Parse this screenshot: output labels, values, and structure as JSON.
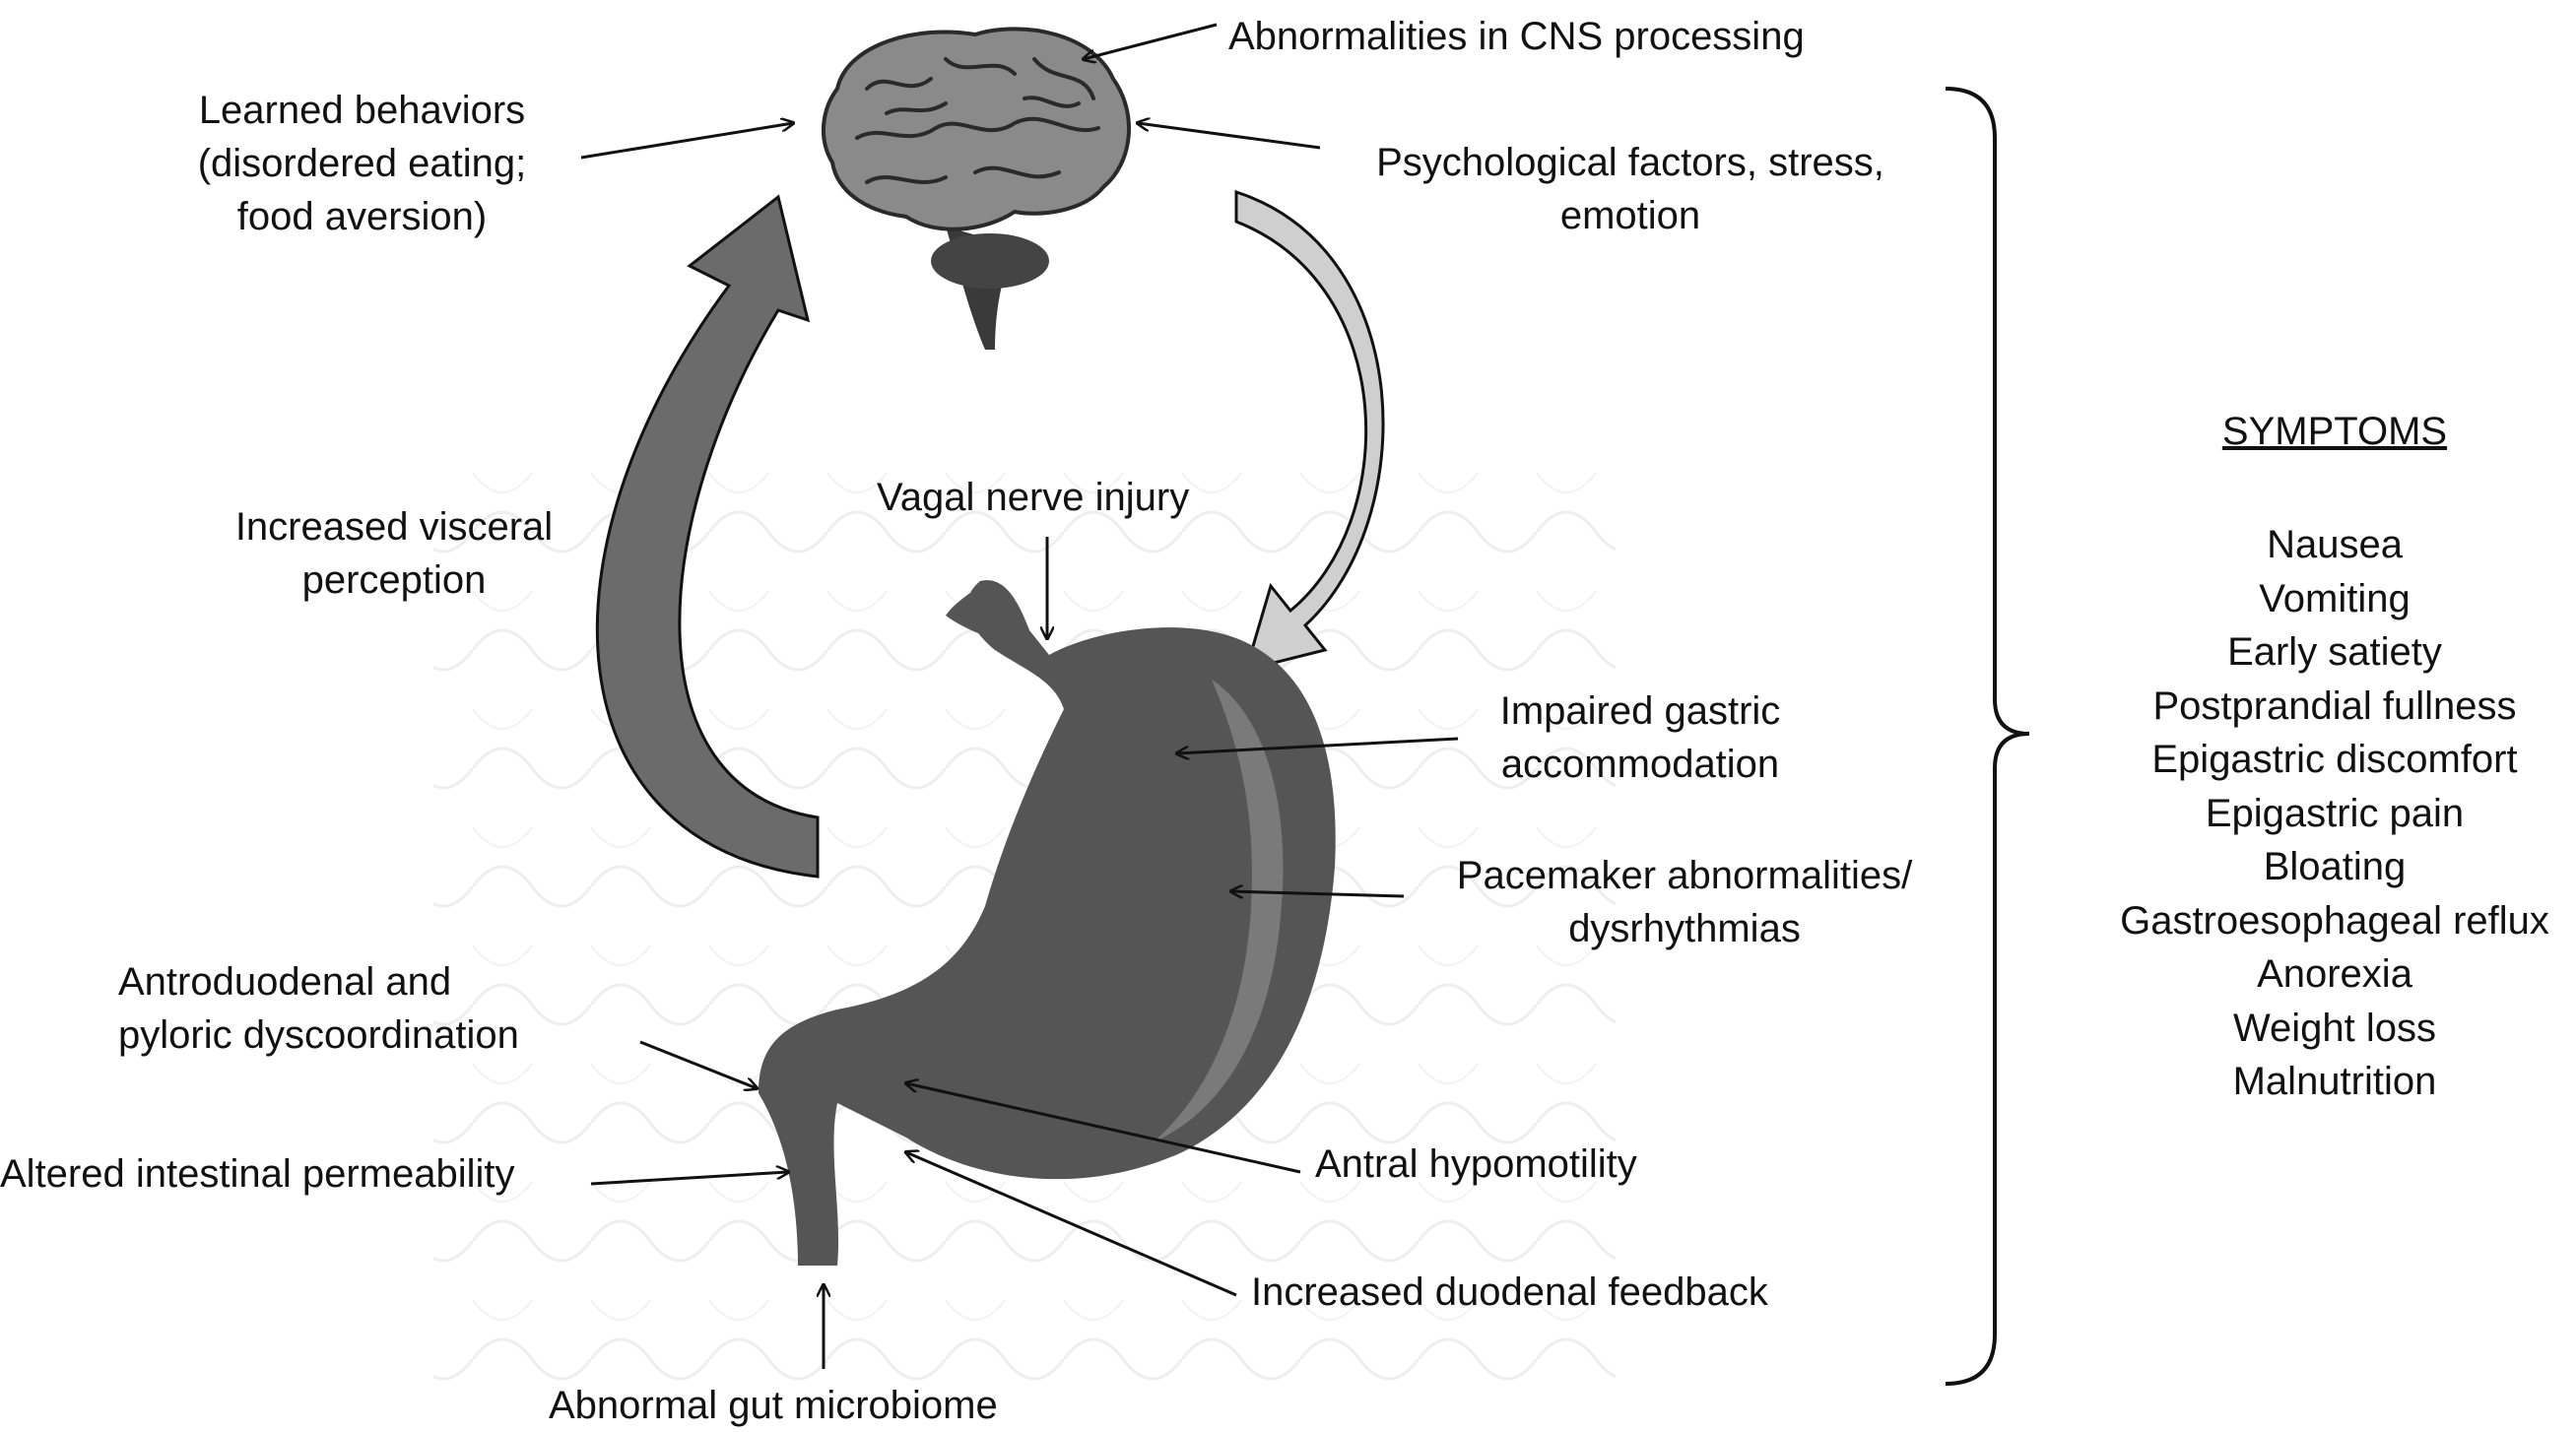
{
  "labels": {
    "cns": "Abnormalities in CNS processing",
    "learned_1": "Learned behaviors",
    "learned_2": "(disordered eating;",
    "learned_3": "food aversion)",
    "psych_1": "Psychological factors, stress,",
    "psych_2": "emotion",
    "visceral_1": "Increased visceral",
    "visceral_2": "perception",
    "vagal": "Vagal nerve injury",
    "accommodation_1": "Impaired gastric",
    "accommodation_2": "accommodation",
    "pacemaker_1": "Pacemaker abnormalities/",
    "pacemaker_2": "dysrhythmias",
    "antroduodenal_1": "Antroduodenal and",
    "antroduodenal_2": "pyloric dyscoordination",
    "permeability": "Altered intestinal permeability",
    "hypomotility": "Antral hypomotility",
    "duodenal_feedback": "Increased duodenal feedback",
    "microbiome": "Abnormal gut microbiome"
  },
  "symptoms": {
    "title": "SYMPTOMS",
    "items": [
      "Nausea",
      "Vomiting",
      "Early satiety",
      "Postprandial fullness",
      "Epigastric discomfort",
      "Epigastric pain",
      "Bloating",
      "Gastroesophageal reflux",
      "Anorexia",
      "Weight loss",
      "Malnutrition"
    ]
  },
  "colors": {
    "brain": "#8a8a8a",
    "stomach": "#555555",
    "stomach_highlight": "#7a7a7a",
    "arrow_left": "#6b6b6b",
    "arrow_right": "#cfcfcf",
    "ink": "#111111"
  }
}
